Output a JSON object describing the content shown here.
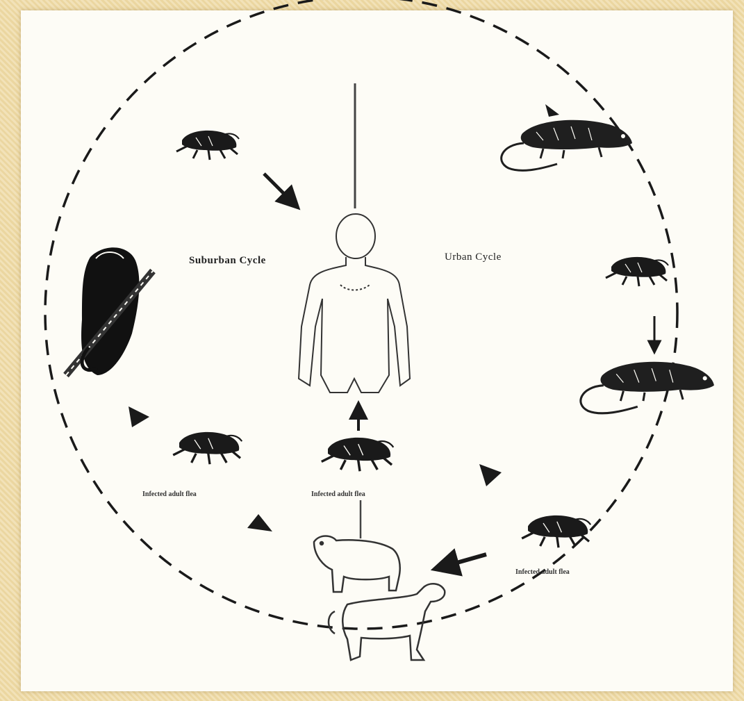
{
  "labels": {
    "suburban_cycle": "Suburban Cycle",
    "urban_cycle": "Urban Cycle",
    "flea_left": "Infected adult flea",
    "flea_center": "Infected adult flea",
    "flea_right": "Infected adult flea"
  },
  "colors": {
    "background": "#ecd9a8",
    "panel": "#fdfcf6",
    "ink": "#1a1a1a"
  },
  "icons": [
    "flea-icon",
    "rat-icon",
    "opossum-icon",
    "human-icon",
    "cat-icon",
    "dog-icon",
    "arrow-icon"
  ]
}
